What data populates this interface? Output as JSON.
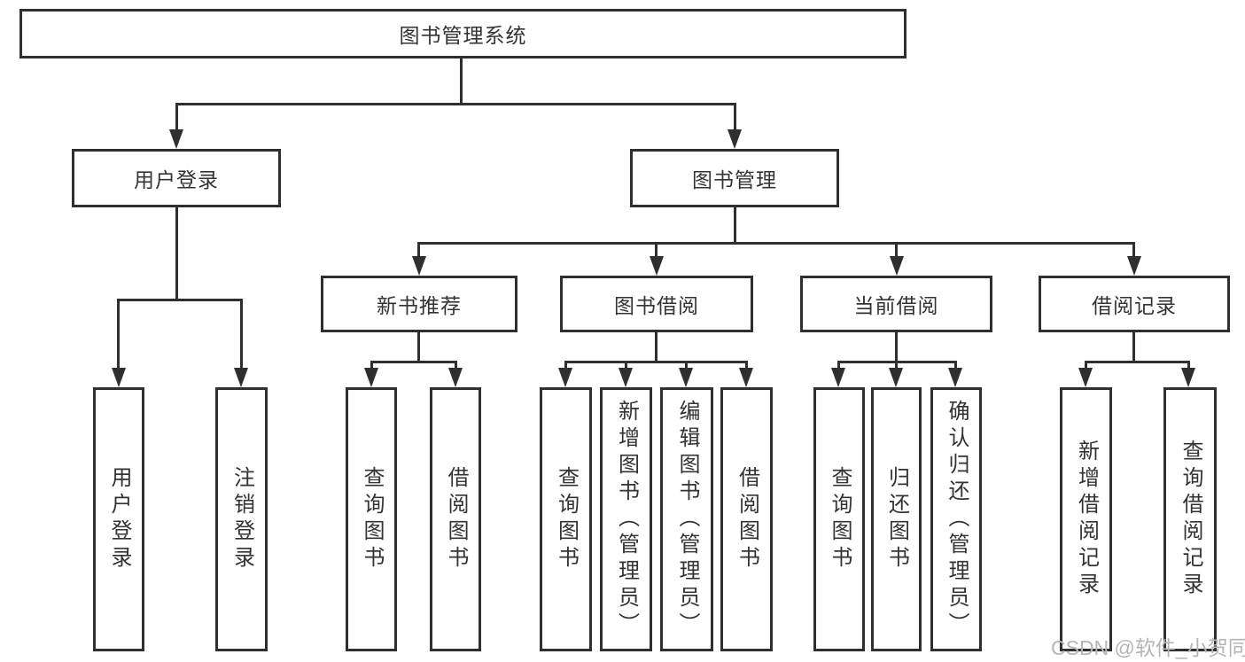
{
  "diagram": {
    "title": "图书管理系统",
    "type": "hierarchy-diagram",
    "colors": {
      "line": "#2f2f2f",
      "box_border": "#2f2f2f",
      "text": "#333333",
      "background": "#ffffff",
      "watermark_text_color": "#b5b5b5"
    },
    "tree": {
      "root": {
        "label": "图书管理系统"
      },
      "branches": [
        {
          "label": "用户登录",
          "children": [
            {
              "label": "用户登录"
            },
            {
              "label": "注销登录"
            }
          ]
        },
        {
          "label": "图书管理",
          "children": [
            {
              "label": "新书推荐",
              "children": [
                {
                  "label": "查询图书"
                },
                {
                  "label": "借阅图书"
                }
              ]
            },
            {
              "label": "图书借阅",
              "children": [
                {
                  "label": "查询图书"
                },
                {
                  "label": "新增图书（管理员）"
                },
                {
                  "label": "编辑图书（管理员）"
                },
                {
                  "label": "借阅图书"
                }
              ]
            },
            {
              "label": "当前借阅",
              "children": [
                {
                  "label": "查询图书"
                },
                {
                  "label": "归还图书"
                },
                {
                  "label": "确认归还（管理员）"
                }
              ]
            },
            {
              "label": "借阅记录",
              "children": [
                {
                  "label": "新增借阅记录"
                },
                {
                  "label": "查询借阅记录"
                }
              ]
            }
          ]
        }
      ]
    }
  },
  "watermark": "CSDN @软件_小贺同学"
}
